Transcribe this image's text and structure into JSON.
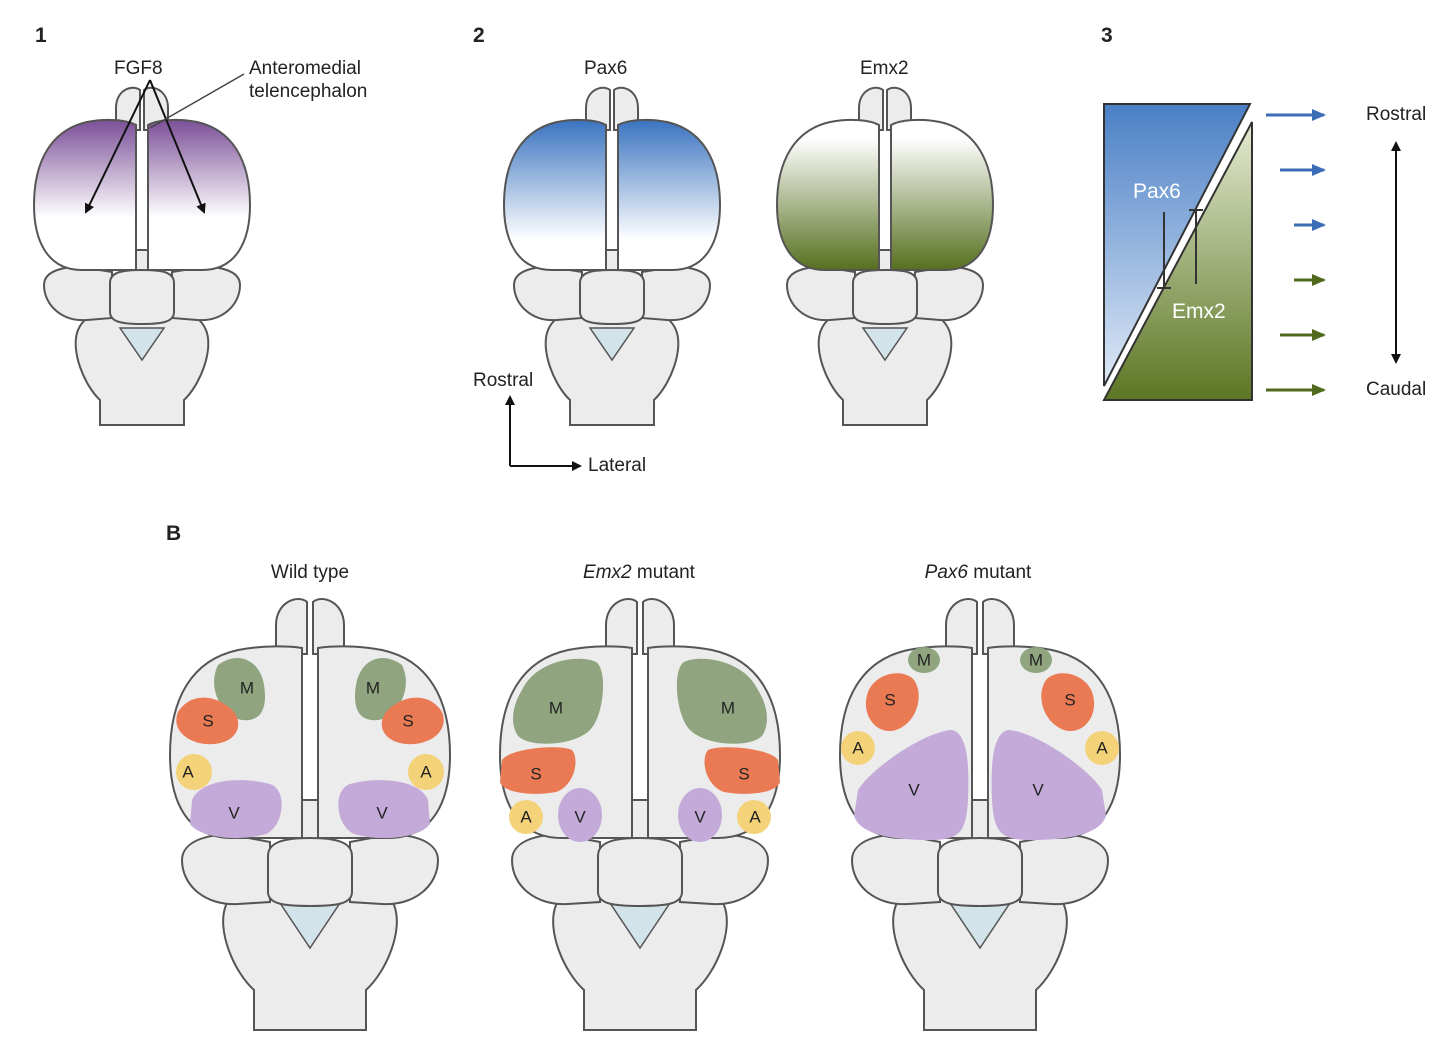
{
  "panels": {
    "p1": {
      "number": "1",
      "fgf8_label": "FGF8",
      "telencephalon_label_line1": "Anteromedial",
      "telencephalon_label_line2": "telencephalon",
      "gradient_color": "#7b4f98"
    },
    "p2": {
      "number": "2",
      "pax6_label": "Pax6",
      "emx2_label": "Emx2",
      "axis_rostral": "Rostral",
      "axis_lateral": "Lateral",
      "pax6_color": "#3a73c0",
      "emx2_color": "#566f1e"
    },
    "p3": {
      "number": "3",
      "pax6_label": "Pax6",
      "emx2_label": "Emx2",
      "rostral": "Rostral",
      "caudal": "Caudal"
    },
    "pB": {
      "number": "B",
      "wild_type": "Wild type",
      "emx2_gene": "Emx2",
      "emx2_suffix": " mutant",
      "pax6_gene": "Pax6",
      "pax6_suffix": " mutant",
      "regions": {
        "M": "M",
        "S": "S",
        "A": "A",
        "V": "V"
      },
      "colors": {
        "M": "#8fa47f",
        "S": "#e97a54",
        "A": "#f4d27a",
        "V": "#c4aad8"
      }
    }
  }
}
